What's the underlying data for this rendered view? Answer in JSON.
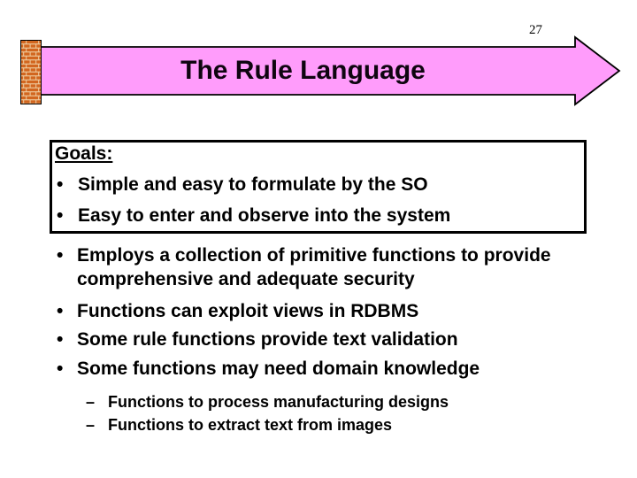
{
  "page_number": "27",
  "header": {
    "title": "The Rule Language"
  },
  "goals_box": {
    "heading": "Goals:",
    "bullets": [
      {
        "marker": "•",
        "text": "Simple and easy to formulate by the SO"
      },
      {
        "marker": "•",
        "text": "Easy to enter and observe into the system"
      }
    ]
  },
  "bullets": [
    {
      "marker": "•",
      "text": "Employs a collection of primitive functions to provide comprehensive and adequate security"
    },
    {
      "marker": "•",
      "text": "Functions can exploit views in RDBMS"
    },
    {
      "marker": "•",
      "text": "Some rule functions provide text validation"
    },
    {
      "marker": "•",
      "text": "Some functions may need domain knowledge"
    }
  ],
  "sub_bullets": [
    {
      "marker": "–",
      "text": "Functions to process manufacturing designs"
    },
    {
      "marker": "–",
      "text": "Functions to extract text from images"
    }
  ],
  "colors": {
    "arrow_fill": "#ff9cfb",
    "arrow_border": "#000000",
    "brick": "#d2661f",
    "mortar": "#efcda1",
    "text": "#000000"
  }
}
